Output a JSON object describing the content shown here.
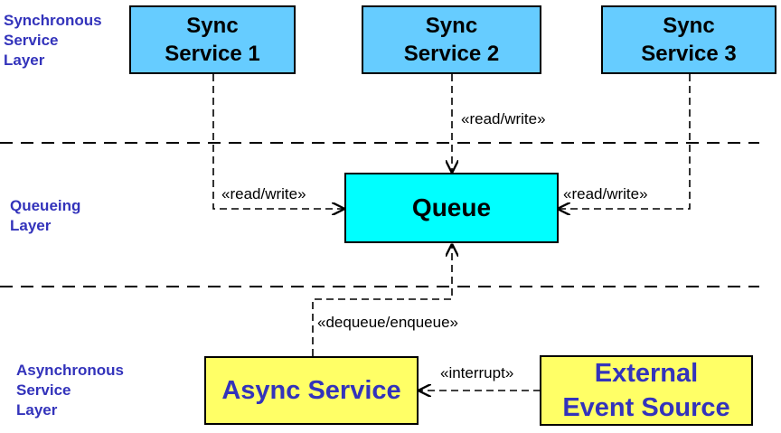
{
  "layers": {
    "sync": "Synchronous\nService\nLayer",
    "queueing": "Queueing\nLayer",
    "async": "Asynchronous\nService\nLayer"
  },
  "nodes": {
    "sync1": "Sync\nService 1",
    "sync2": "Sync\nService 2",
    "sync3": "Sync\nService 3",
    "queue": "Queue",
    "async_service": "Async Service",
    "external": "External\nEvent Source"
  },
  "edges": {
    "sync1_queue": "«read/write»",
    "sync2_queue": "«read/write»",
    "sync3_queue": "«read/write»",
    "async_queue": "«dequeue/enqueue»",
    "external_async": "«interrupt»"
  },
  "colors": {
    "sync_fill": "#66ccff",
    "queue_fill": "#00ffff",
    "async_fill": "#ffff66",
    "layer_text": "#3333bb"
  }
}
